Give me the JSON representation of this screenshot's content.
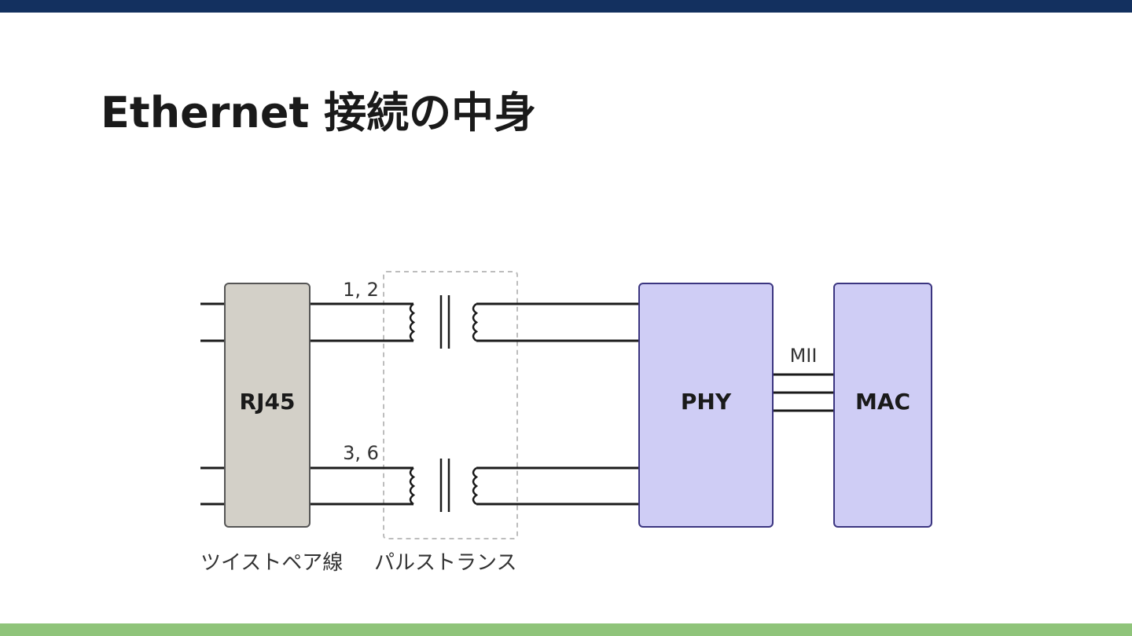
{
  "slide": {
    "title": "Ethernet 接続の中身"
  },
  "diagram": {
    "blocks": {
      "rj45": "RJ45",
      "phy": "PHY",
      "mac": "MAC"
    },
    "pin_labels": {
      "pair1": "1, 2",
      "pair2": "3, 6"
    },
    "bus_label": "MII",
    "captions": {
      "twisted_pair": "ツイストペア線",
      "pulse_transformer": "パルストランス"
    },
    "colors": {
      "top_bar": "#13305f",
      "bottom_bar": "#8fc47a",
      "rj45_fill": "#d3d0c8",
      "chip_fill": "#cfcdf5",
      "chip_stroke": "#3b3580",
      "wire": "#1a1a1a",
      "dashed_box": "#bdbdbd"
    }
  }
}
